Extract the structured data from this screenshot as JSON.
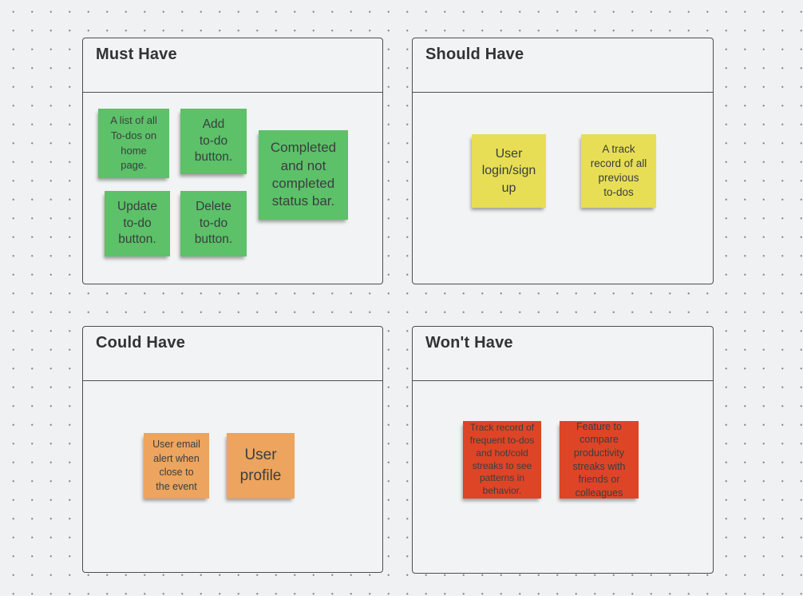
{
  "canvas": {
    "background_color": "#eff1f2",
    "dot_grid_color": "#8a8e90",
    "container_fill": "#f2f3f4",
    "container_border_color": "#4b4e52",
    "note_text_color": "#3a3e40"
  },
  "quadrants": [
    {
      "title": "Must Have",
      "sticky_color": "#5cc168",
      "sticky_color_name": "green",
      "notes": [
        "A list of all\nTo-dos on\nhome\npage.",
        "Add\nto-do\nbutton.",
        "Completed\nand not\ncompleted\nstatus bar.",
        "Update\nto-do\nbutton.",
        "Delete\nto-do\nbutton."
      ]
    },
    {
      "title": "Should Have",
      "sticky_color": "#e7de56",
      "sticky_color_name": "yellow",
      "notes": [
        "User\nlogin/sign\nup",
        "A track\nrecord of all\nprevious\nto-dos"
      ]
    },
    {
      "title": "Could Have",
      "sticky_color": "#eca45e",
      "sticky_color_name": "orange",
      "notes": [
        "User email\nalert when\nclose to\nthe event",
        "User\nprofile"
      ]
    },
    {
      "title": "Won't Have",
      "sticky_color": "#dd4526",
      "sticky_color_name": "red",
      "notes": [
        "Track record of\nfrequent to-dos\nand hot/cold\nstreaks to see\npatterns in\nbehavior.",
        "Feature to\ncompare\nproductivity\nstreaks with\nfriends or\ncolleagues"
      ]
    }
  ]
}
